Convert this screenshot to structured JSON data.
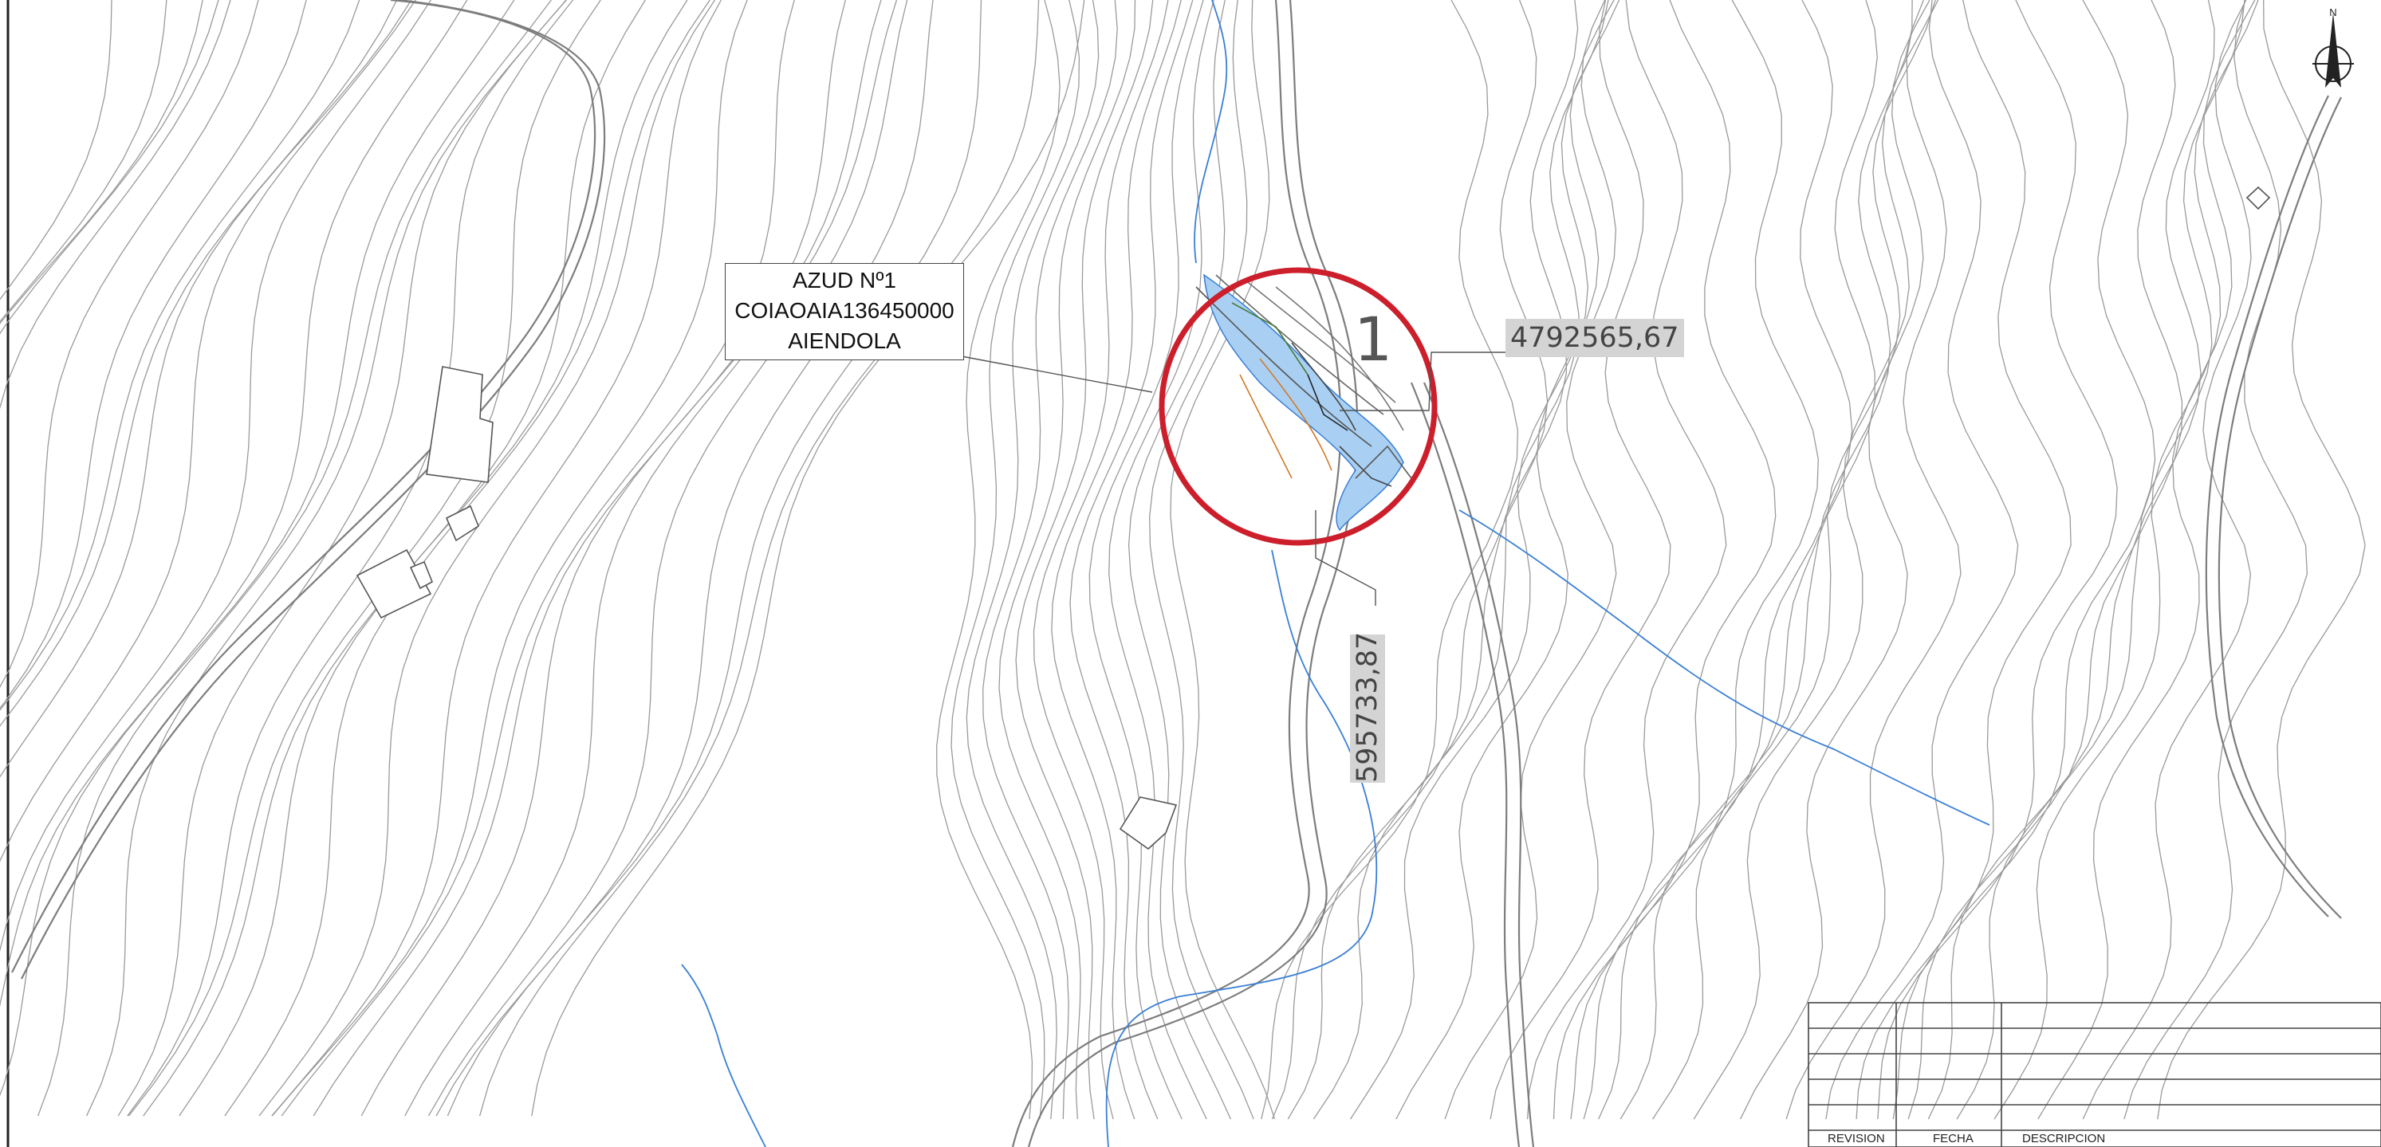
{
  "structure_label": {
    "line1": "AZUD Nº1",
    "line2": "COIAOAIA136450000",
    "line3": "AIENDOLA"
  },
  "site_number": "1",
  "coordinates": {
    "northing": "4792565,67",
    "easting": "595733,87"
  },
  "north_arrow": {
    "label": "N"
  },
  "title_block": {
    "col_revision": "REVISION",
    "col_fecha": "FECHA",
    "col_descripcion": "DESCRIPCION"
  },
  "colors": {
    "contour": "#9a9a9a",
    "river": "#3a7fd5",
    "highlight_circle": "#cc1f2b",
    "water_fill": "#a9d0f2",
    "tag_bg": "#d4d4d4"
  }
}
